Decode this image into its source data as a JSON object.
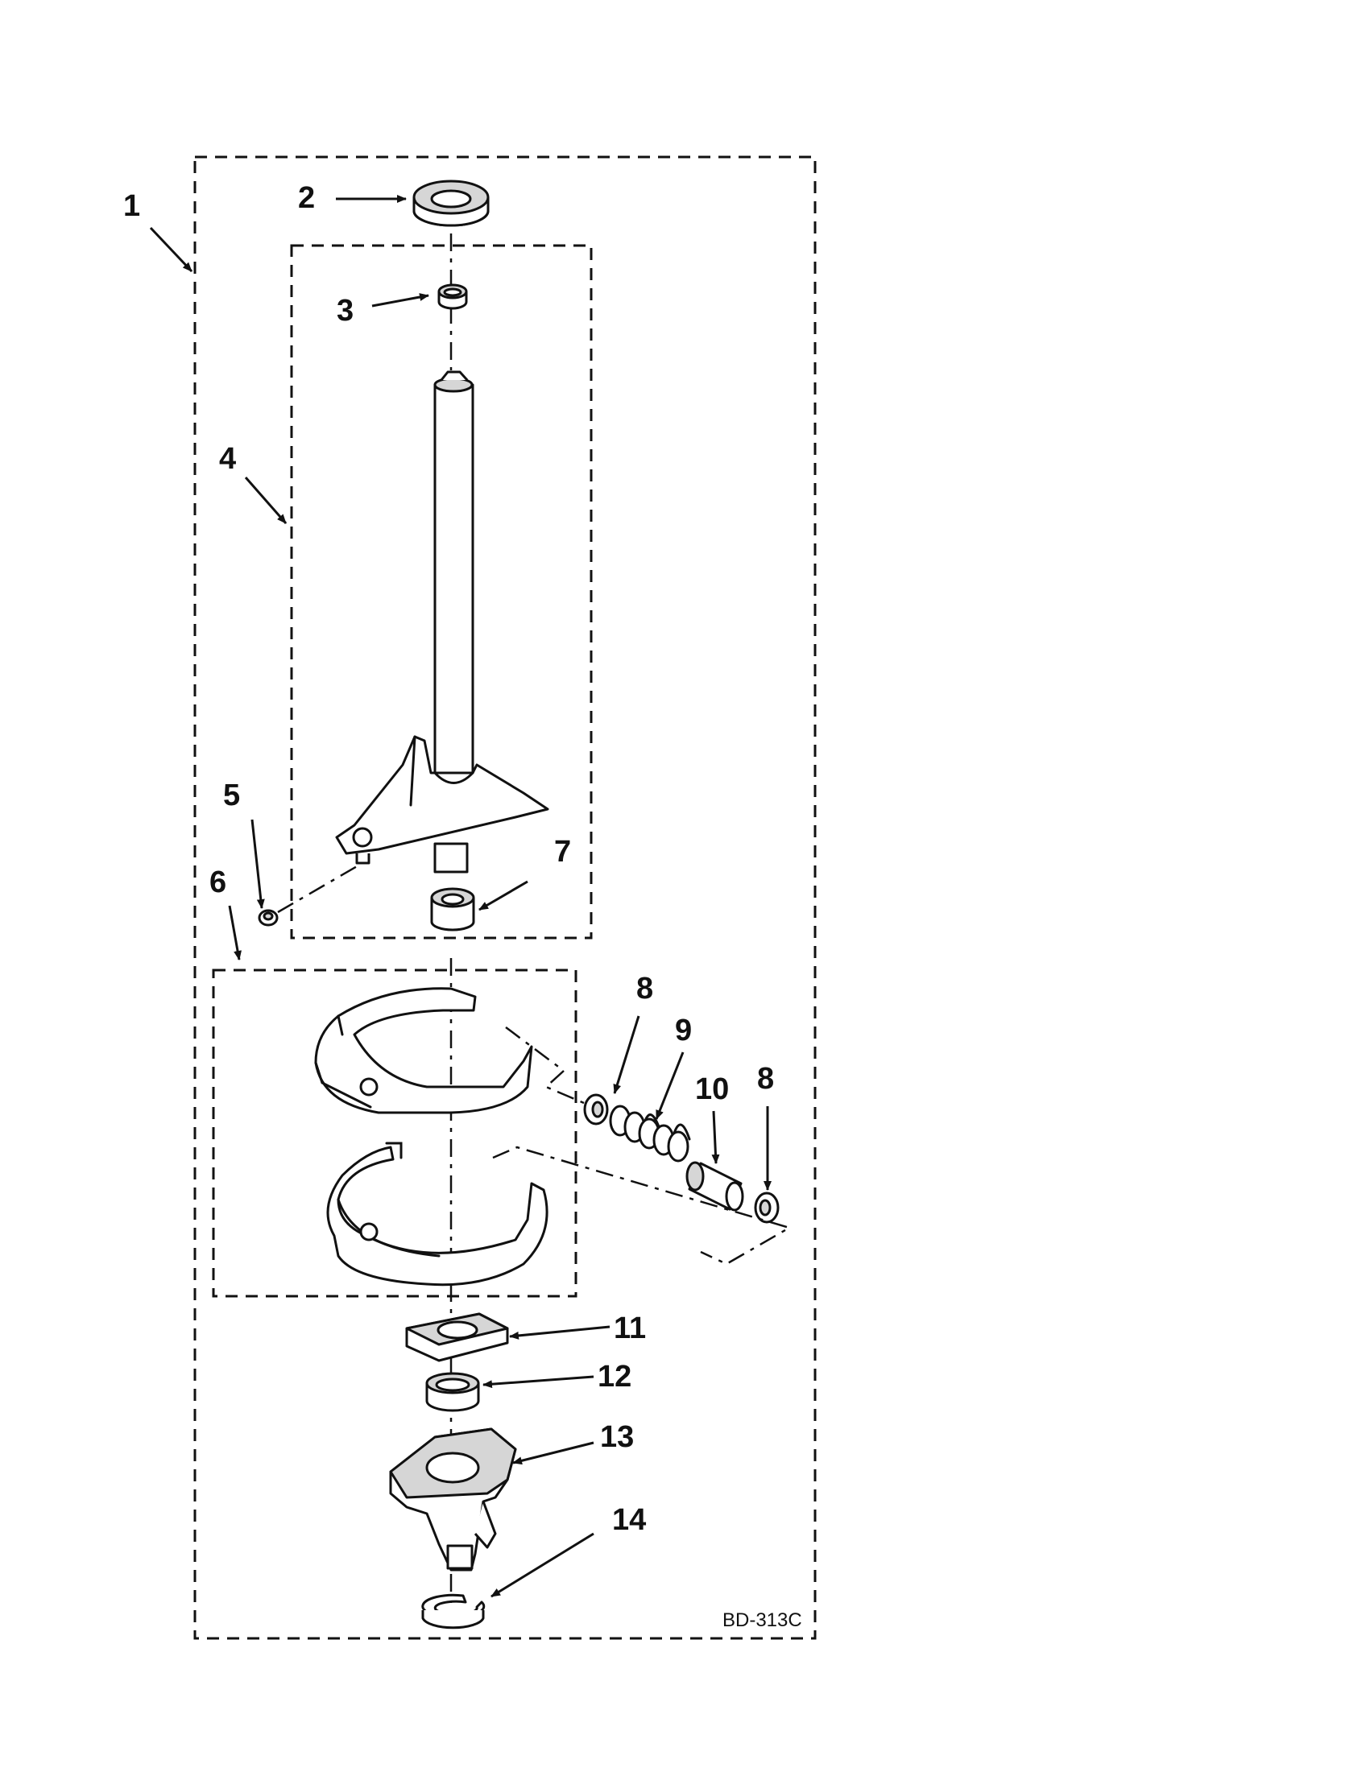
{
  "diagram": {
    "code": "BD-313C",
    "callouts": [
      "1",
      "2",
      "3",
      "4",
      "5",
      "6",
      "7",
      "8",
      "9",
      "10",
      "8",
      "11",
      "12",
      "13",
      "14"
    ]
  }
}
